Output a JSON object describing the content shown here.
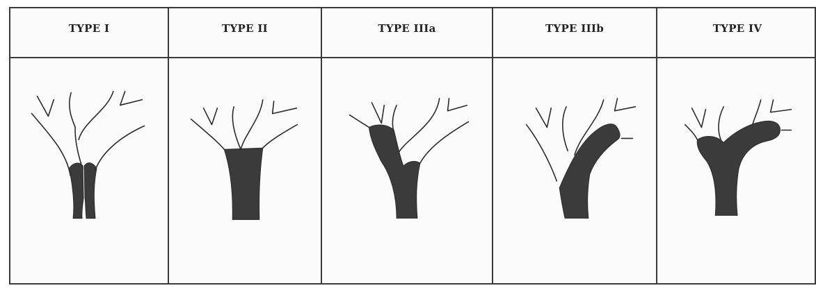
{
  "classification_table": {
    "columns": [
      {
        "header": "TYPE I"
      },
      {
        "header": "TYPE II"
      },
      {
        "header": "TYPE IIIa"
      },
      {
        "header": "TYPE IIIb"
      },
      {
        "header": "TYPE IV"
      }
    ]
  },
  "colors": {
    "line": "#2a2a2a",
    "lesion_fill": "#3b3b3b",
    "border": "#3a3a3a"
  }
}
